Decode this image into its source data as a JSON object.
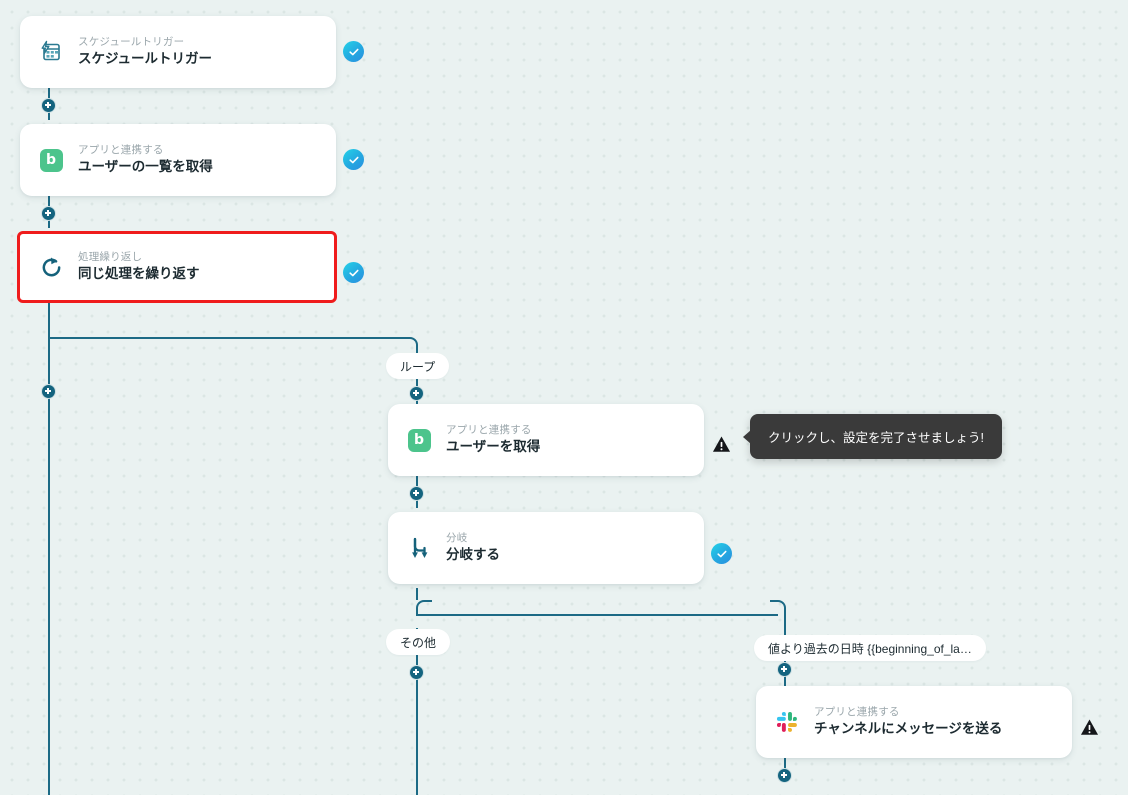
{
  "canvas": {
    "background_color": "#eaf2f1",
    "dot_color": "#dbe6e4",
    "connector_color": "#1c6a85",
    "accent_color": "#14647f",
    "selected_border_color": "#ef1c1c",
    "check_badge_color": "#24a8e0",
    "app_icon_color": "#4cc48c"
  },
  "nodes": {
    "schedule_trigger": {
      "subtitle": "スケジュールトリガー",
      "title": "スケジュールトリガー",
      "icon": "calendar-bolt-icon",
      "status": "ok"
    },
    "get_user_list": {
      "subtitle": "アプリと連携する",
      "title": "ユーザーの一覧を取得",
      "icon": "app-b-icon",
      "icon_letter": "b",
      "status": "ok"
    },
    "loop": {
      "subtitle": "処理繰り返し",
      "title": "同じ処理を繰り返す",
      "icon": "loop-refresh-icon",
      "status": "ok",
      "selected": true
    },
    "get_user": {
      "subtitle": "アプリと連携する",
      "title": "ユーザーを取得",
      "icon": "app-b-icon",
      "icon_letter": "b",
      "status": "warning"
    },
    "branch": {
      "subtitle": "分岐",
      "title": "分岐する",
      "icon": "branch-fork-icon",
      "status": "ok"
    },
    "slack_message": {
      "subtitle": "アプリと連携する",
      "title": "チャンネルにメッセージを送る",
      "icon": "slack-icon",
      "status": "warning"
    }
  },
  "edge_labels": {
    "loop": "ループ",
    "other": "その他",
    "condition": "値より過去の日時 {{beginning_of_la…"
  },
  "tooltip": {
    "text": "クリックし、設定を完了させましょう!"
  }
}
